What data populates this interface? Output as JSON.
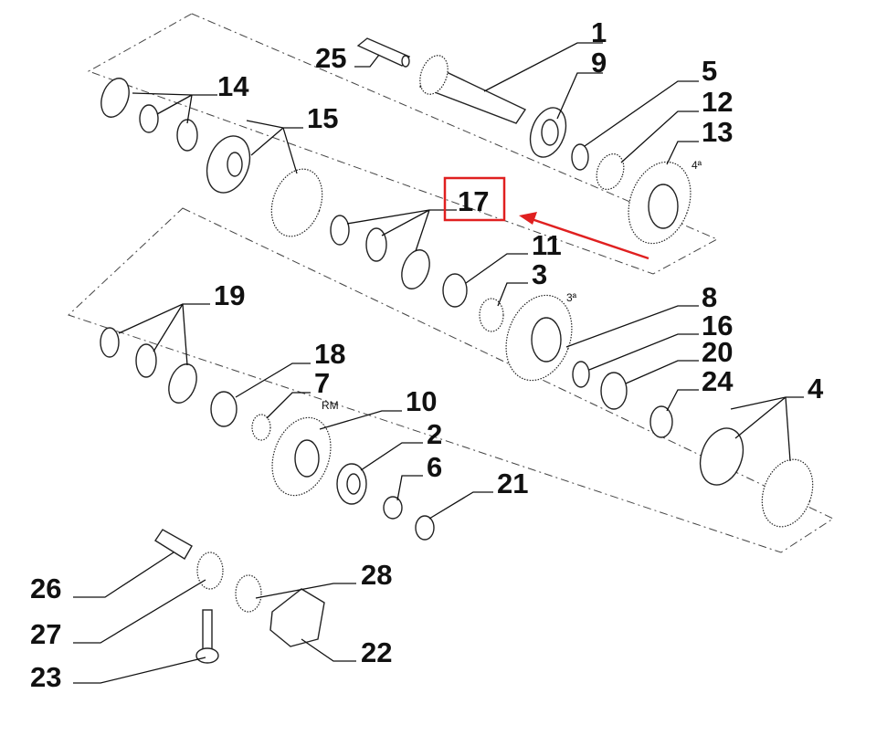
{
  "callouts": [
    "1",
    "9",
    "25",
    "14",
    "15",
    "5",
    "12",
    "13",
    "17",
    "11",
    "3",
    "19",
    "8",
    "16",
    "20",
    "24",
    "4",
    "18",
    "7",
    "10",
    "2",
    "6",
    "21",
    "26",
    "28",
    "27",
    "22",
    "23"
  ],
  "gear_marks": {
    "fourth": "4ª",
    "third": "3ª",
    "reverse": "RM"
  },
  "highlight": {
    "callout": "17",
    "color": "#e02020"
  }
}
